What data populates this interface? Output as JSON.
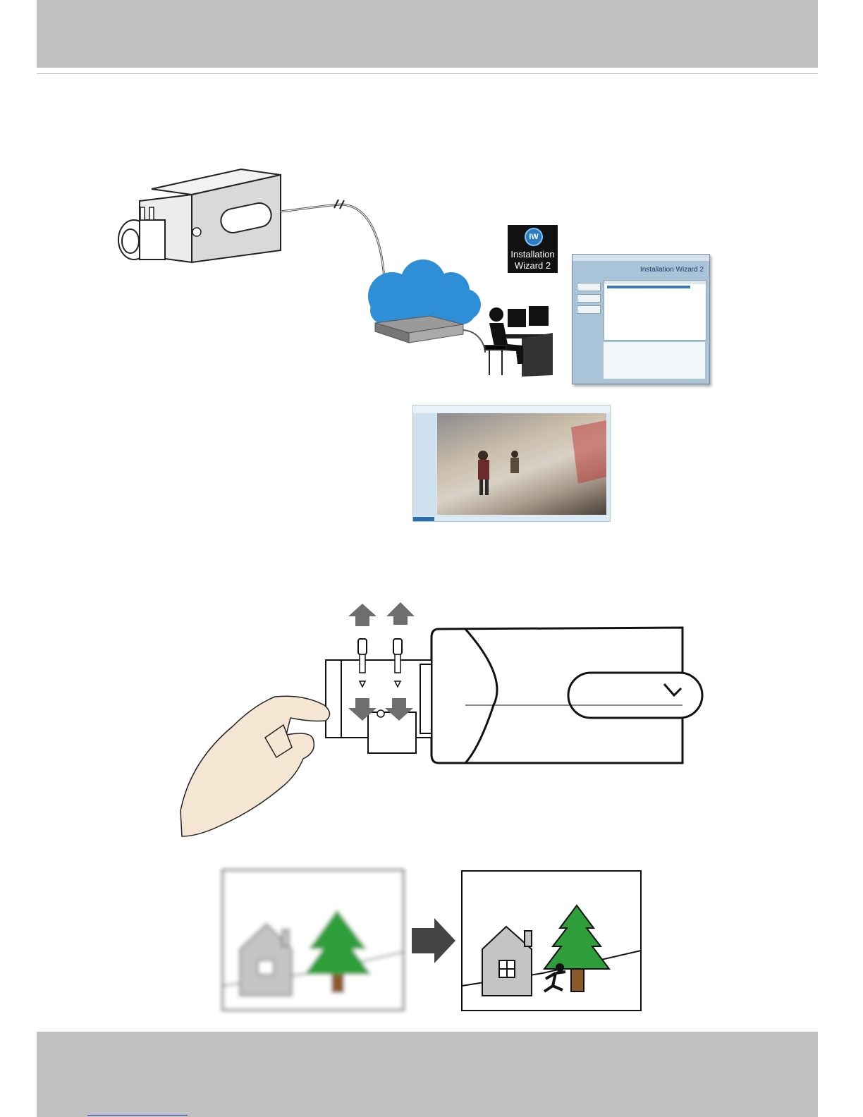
{
  "wizard_icon": {
    "badge": "IW",
    "label_line1": "Installation",
    "label_line2": "Wizard 2"
  },
  "wizard_window": {
    "title": "Installation Wizard 2"
  },
  "colors": {
    "header_band": "#c0c0c0",
    "cloud_blue": "#2f8fd6",
    "arrow_gray": "#6e6e6e",
    "tree_green": "#2e9e3a",
    "house_gray": "#c4c4c4",
    "trunk_brown": "#8b5a2b",
    "hand_skin": "#f5e6d4"
  }
}
